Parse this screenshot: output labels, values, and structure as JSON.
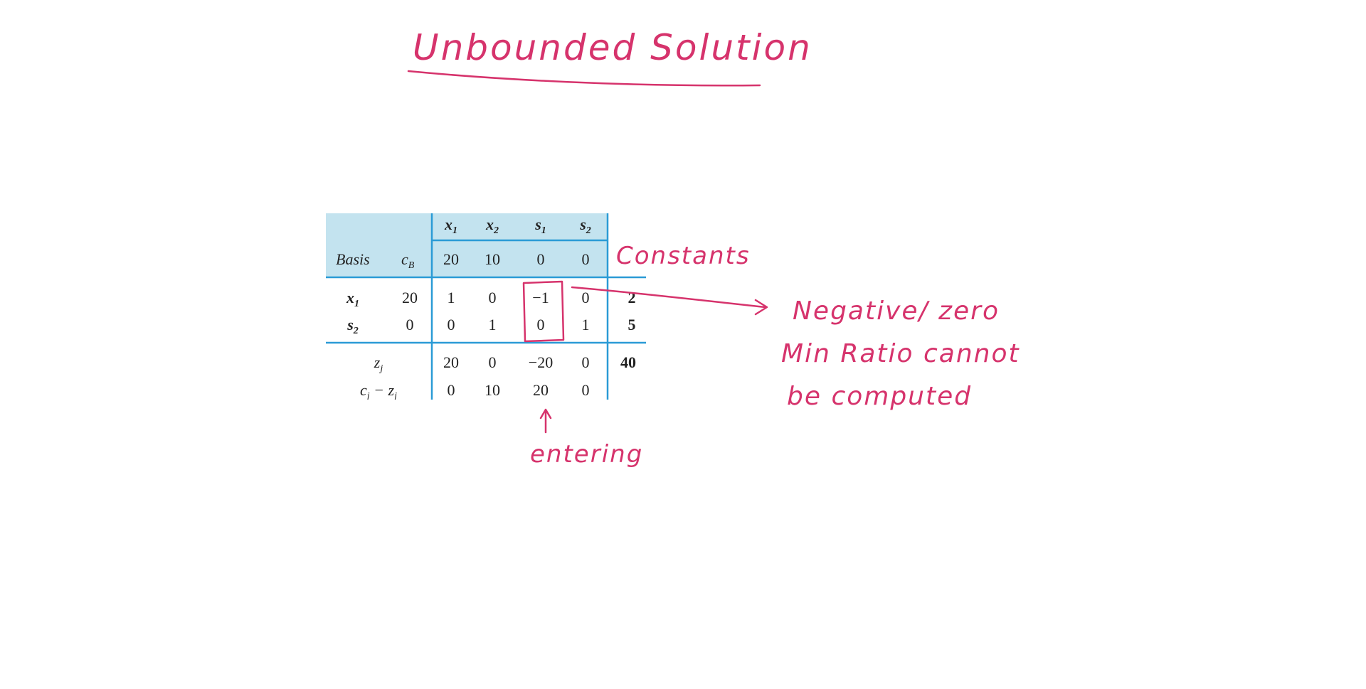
{
  "title": "Unbounded Solution",
  "tableau": {
    "var_headers": [
      {
        "base": "x",
        "sub": "1",
        "bold": true
      },
      {
        "base": "x",
        "sub": "2",
        "bold": true
      },
      {
        "base": "s",
        "sub": "1",
        "bold": true
      },
      {
        "base": "s",
        "sub": "2",
        "bold": true
      }
    ],
    "basis_label": "Basis",
    "cb_label": {
      "base": "c",
      "sub": "B"
    },
    "cost_row": [
      "20",
      "10",
      "0",
      "0"
    ],
    "rows": [
      {
        "basis": {
          "base": "x",
          "sub": "1"
        },
        "cb": "20",
        "values": [
          "1",
          "0",
          "−1",
          "0"
        ],
        "rhs": "2"
      },
      {
        "basis": {
          "base": "s",
          "sub": "2"
        },
        "cb": "0",
        "values": [
          "0",
          "1",
          "0",
          "1"
        ],
        "rhs": "5"
      }
    ],
    "zj_label": {
      "base": "z",
      "sub": "j"
    },
    "zj": [
      "20",
      "0",
      "−20",
      "0"
    ],
    "zj_rhs": "40",
    "cjzj_label": {
      "c": "c",
      "c_sub": "j",
      "op": " − ",
      "z": "z",
      "z_sub": "j"
    },
    "cjzj": [
      "0",
      "10",
      "20",
      "0"
    ],
    "header_fill": "#c3e3ef",
    "line_color": "#2b9bd6"
  },
  "annotations": {
    "constants": "Constants",
    "note_line1": "Negative/ zero",
    "note_line2": "Min Ratio cannot",
    "note_line3": "be computed",
    "entering": "entering",
    "ink_color": "#d6336c"
  }
}
